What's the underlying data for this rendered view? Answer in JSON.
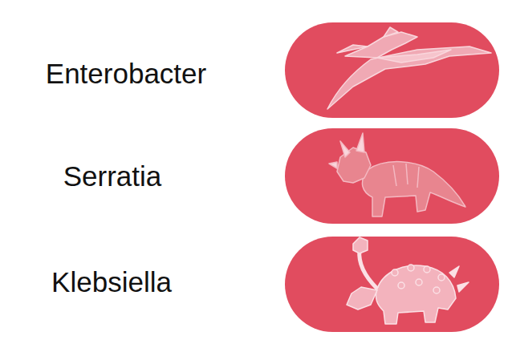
{
  "diagram": {
    "labels": [
      "Enterobacter",
      "Serratia",
      "Klebsiella"
    ]
  }
}
